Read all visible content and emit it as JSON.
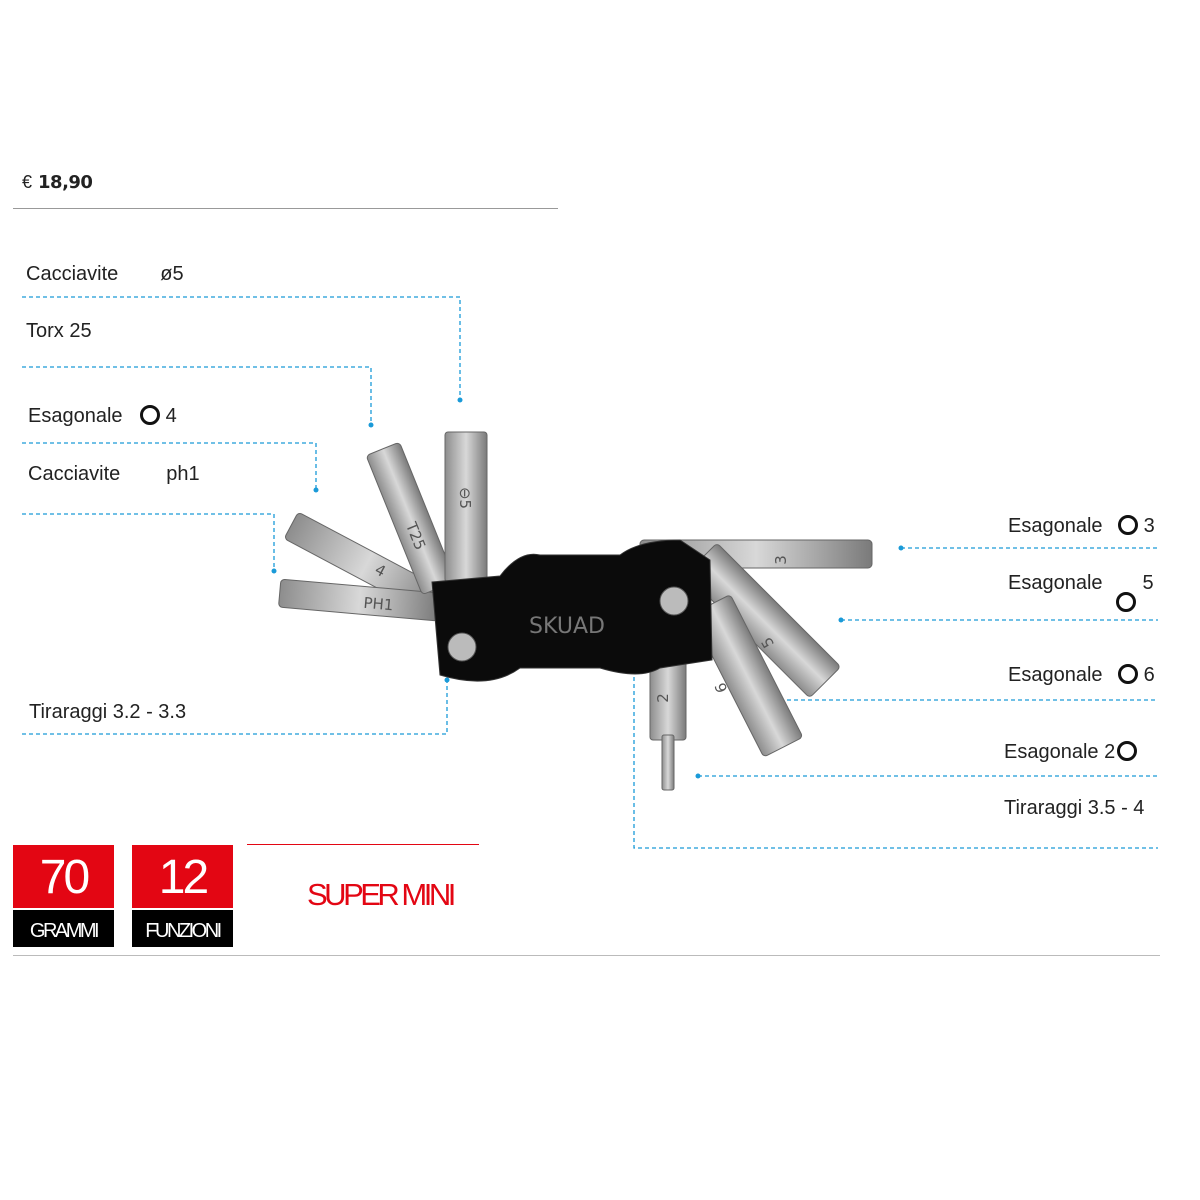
{
  "price": {
    "currency": "€",
    "value": "18,90"
  },
  "left_labels": [
    {
      "name": "Cacciavite",
      "spec": "ø5"
    },
    {
      "name": "Torx 25",
      "spec": ""
    },
    {
      "name": "Esagonale",
      "spec": "4"
    },
    {
      "name": "Cacciavite",
      "spec": "ph1"
    },
    {
      "name": "Tiraraggi 3.2 - 3.3",
      "spec": ""
    }
  ],
  "right_labels": [
    {
      "name": "Esagonale",
      "spec": "3"
    },
    {
      "name": "Esagonale",
      "spec": "5"
    },
    {
      "name": "Esagonale",
      "spec": "6"
    },
    {
      "name": "Esagonale 2",
      "spec": ""
    },
    {
      "name": "Tiraraggi 3.5 - 4",
      "spec": ""
    }
  ],
  "tool": {
    "brand_engraving": "SKUAD",
    "bit_markings": [
      "⊖5",
      "T25",
      "4",
      "PH1",
      "3",
      "5",
      "2",
      "6"
    ]
  },
  "stats": [
    {
      "value": "70",
      "unit": "GRAMMI"
    },
    {
      "value": "12",
      "unit": "FUNZIONI"
    }
  ],
  "model": "SUPER MINI",
  "colors": {
    "accent": "#e30613",
    "callout": "#1a9ad8",
    "dark": "#000000"
  }
}
